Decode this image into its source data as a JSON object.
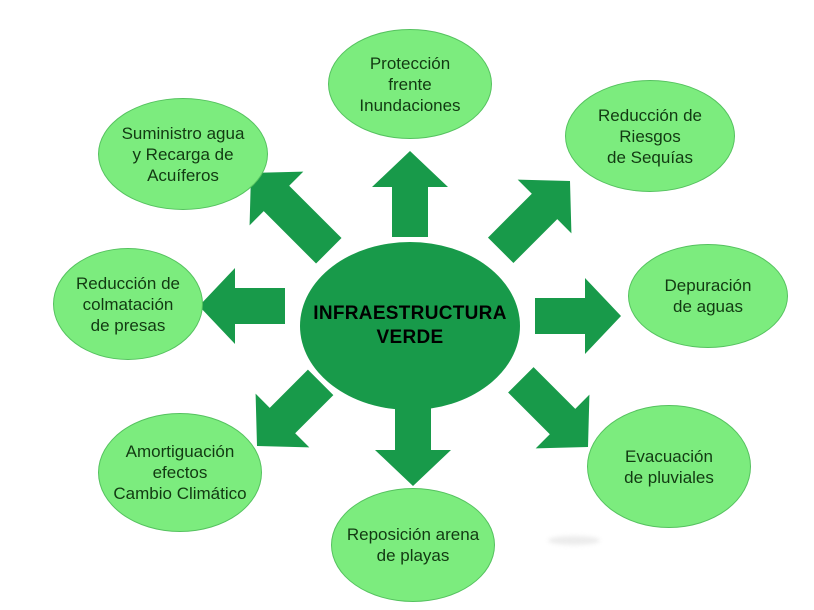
{
  "diagram": {
    "center": {
      "label": "INFRAESTRUCTURA\nVERDE"
    },
    "nodes": [
      {
        "id": "proteccion-inundaciones",
        "position": "top",
        "label": "Protección\nfrente\nInundaciones"
      },
      {
        "id": "reduccion-sequias",
        "position": "top-right",
        "label": "Reducción de\nRiesgos\nde Sequías"
      },
      {
        "id": "depuracion-aguas",
        "position": "right",
        "label": "Depuración\nde aguas"
      },
      {
        "id": "evacuacion-pluviales",
        "position": "bottom-right",
        "label": "Evacuación\nde pluviales"
      },
      {
        "id": "reposicion-arena",
        "position": "bottom",
        "label": "Reposición arena\nde playas"
      },
      {
        "id": "amortiguacion-climatico",
        "position": "bottom-left",
        "label": "Amortiguación\nefectos\nCambio Climático"
      },
      {
        "id": "reduccion-colmatacion",
        "position": "left",
        "label": "Reducción de\ncolmatación\nde presas"
      },
      {
        "id": "suministro-acuiferos",
        "position": "top-left",
        "label": "Suministro agua\ny Recarga de\nAcuíferos"
      }
    ],
    "arrow_directions": [
      "up",
      "up-right",
      "right",
      "down-right",
      "down",
      "down-left",
      "left",
      "up-left"
    ]
  },
  "colors": {
    "dark_green": "#189A4A",
    "arrow_green": "#189A4A",
    "light_green": "#7CEC7E",
    "leaf_border": "#55C25F",
    "leaf_text": "#123A12",
    "center_text": "#000000",
    "background": "#FFFFFF"
  }
}
